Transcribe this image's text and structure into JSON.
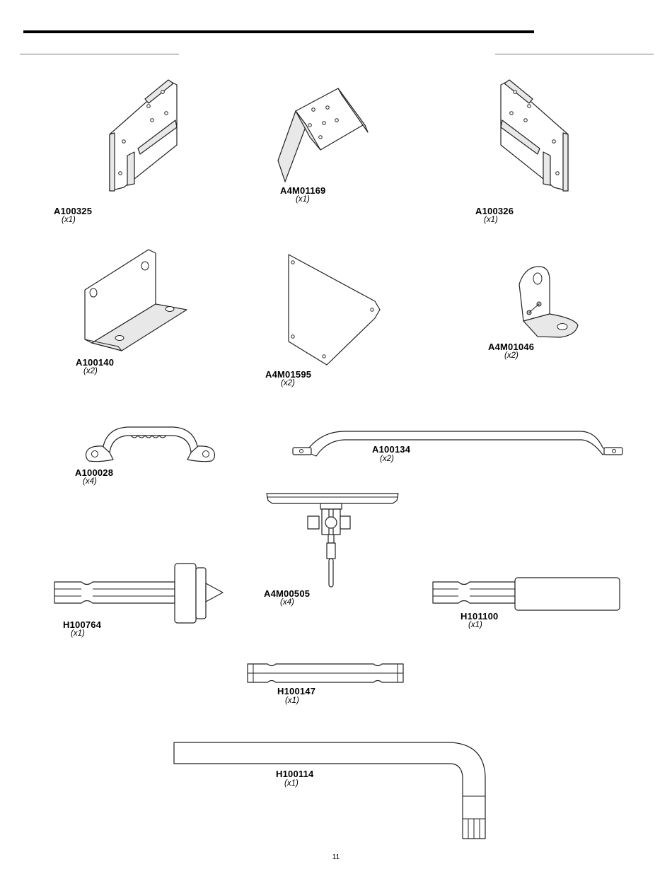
{
  "parts": [
    {
      "code": "A100325",
      "qty": "(x1)"
    },
    {
      "code": "A4M01169",
      "qty": "(x1)"
    },
    {
      "code": "A100326",
      "qty": "(x1)"
    },
    {
      "code": "A100140",
      "qty": "(x2)"
    },
    {
      "code": "A4M01595",
      "qty": "(x2)"
    },
    {
      "code": "A4M01046",
      "qty": "(x2)"
    },
    {
      "code": "A100028",
      "qty": "(x4)"
    },
    {
      "code": "A100134",
      "qty": "(x2)"
    },
    {
      "code": "A4M00505",
      "qty": "(x4)"
    },
    {
      "code": "H100764",
      "qty": "(x1)"
    },
    {
      "code": "H101100",
      "qty": "(x1)"
    },
    {
      "code": "H100147",
      "qty": "(x1)"
    },
    {
      "code": "H100114",
      "qty": "(x1)"
    }
  ],
  "page_number": "11"
}
